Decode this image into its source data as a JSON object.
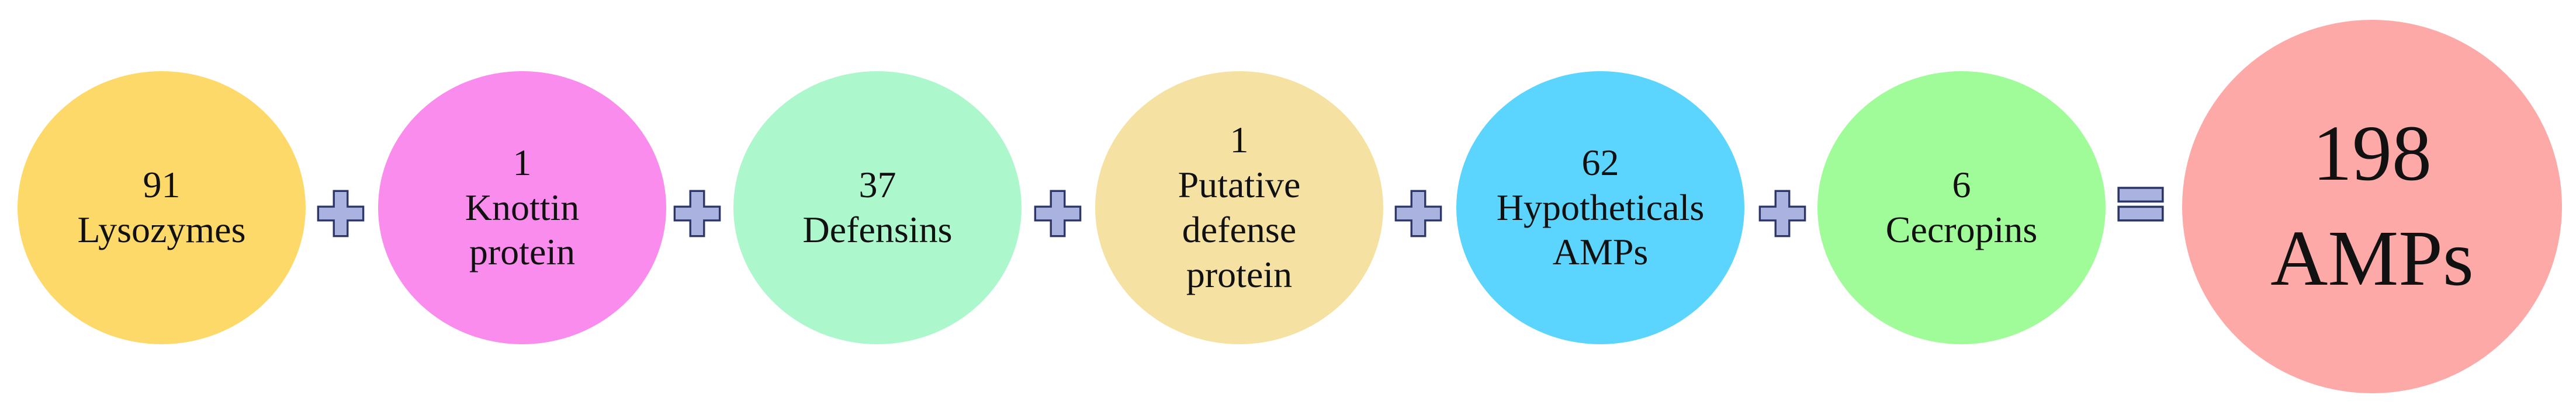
{
  "colors": {
    "operator_fill": "#aab3e0",
    "operator_stroke": "#2c3768"
  },
  "terms": [
    {
      "lines": [
        "91",
        "Lysozymes"
      ],
      "color": "#fdd96a"
    },
    {
      "lines": [
        "1",
        "Knottin",
        "protein"
      ],
      "color": "#f98cec"
    },
    {
      "lines": [
        "37",
        "Defensins"
      ],
      "color": "#adf7cc"
    },
    {
      "lines": [
        "1",
        "Putative",
        "defense",
        "protein"
      ],
      "color": "#f5e2a2"
    },
    {
      "lines": [
        "62",
        "Hypotheticals",
        "AMPs"
      ],
      "color": "#5bd5fd"
    },
    {
      "lines": [
        "6",
        "Cecropins"
      ],
      "color": "#a0fc99"
    }
  ],
  "result": {
    "lines": [
      "198",
      "AMPs"
    ],
    "color": "#fda9a8"
  },
  "operators": [
    "plus-icon",
    "plus-icon",
    "plus-icon",
    "plus-icon",
    "plus-icon",
    "equals-icon"
  ]
}
